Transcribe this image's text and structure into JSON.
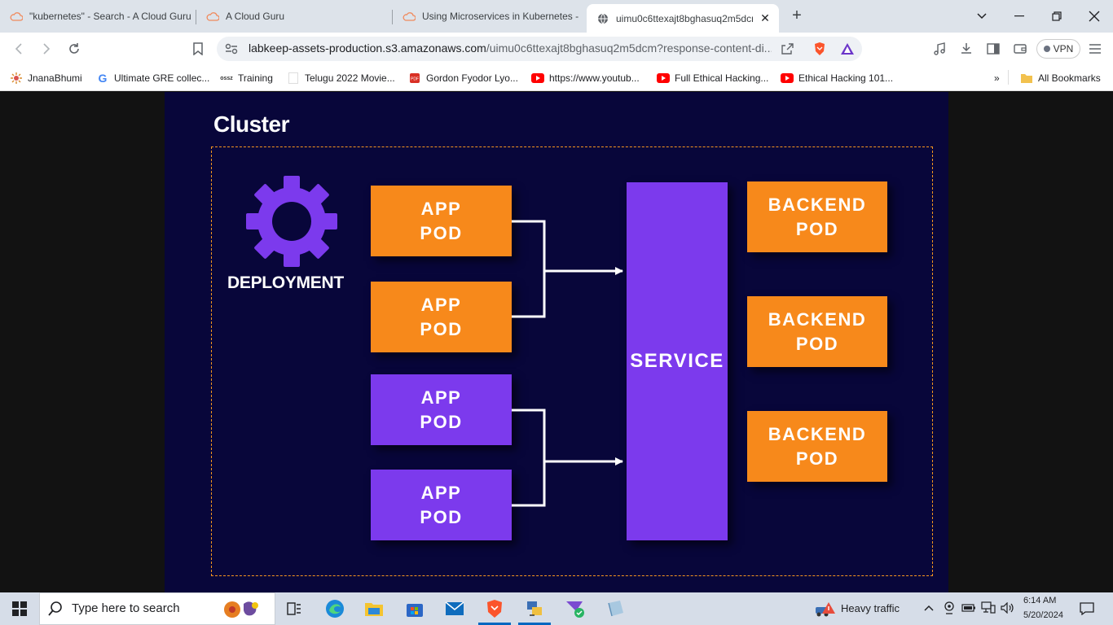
{
  "browser": {
    "tabs": [
      {
        "title": "\"kubernetes\" - Search - A Cloud Guru",
        "favicon": "cloud-icon",
        "active": false
      },
      {
        "title": "A Cloud Guru",
        "favicon": "cloud-icon",
        "active": false
      },
      {
        "title": "Using Microservices in Kubernetes -",
        "favicon": "cloud-icon",
        "active": false
      },
      {
        "title": "uimu0c6ttexajt8bghasuq2m5dcm",
        "favicon": "globe-icon",
        "active": true
      }
    ],
    "new_tab_label": "+",
    "url": {
      "host": "labkeep-assets-production.s3.amazonaws.com",
      "path": "/uimu0c6ttexajt8bghasuq2m5dcm?response-content-di..."
    },
    "vpn_label": "VPN",
    "bookmarks": [
      {
        "label": "JnanaBhumi",
        "icon": "jnanabhumi-icon"
      },
      {
        "label": "Ultimate GRE collec...",
        "icon": "google-icon"
      },
      {
        "label": "Training",
        "icon": "training-icon"
      },
      {
        "label": "Telugu 2022 Movie...",
        "icon": "page-icon"
      },
      {
        "label": "Gordon Fyodor Lyo...",
        "icon": "pdf-icon"
      },
      {
        "label": "https://www.youtub...",
        "icon": "youtube-icon"
      },
      {
        "label": "Full Ethical Hacking...",
        "icon": "youtube-icon"
      },
      {
        "label": "Ethical Hacking 101...",
        "icon": "youtube-icon"
      }
    ],
    "all_bookmarks_label": "All Bookmarks"
  },
  "diagram": {
    "title": "Cluster",
    "deployment_label": "DEPLOYMENT",
    "app_pods": [
      {
        "label": "APP\nPOD",
        "color": "#f7891b"
      },
      {
        "label": "APP\nPOD",
        "color": "#f7891b"
      },
      {
        "label": "APP\nPOD",
        "color": "#7c3aed"
      },
      {
        "label": "APP\nPOD",
        "color": "#7c3aed"
      }
    ],
    "service_label": "SERVICE",
    "backend_pods": [
      {
        "label": "BACKEND\nPOD"
      },
      {
        "label": "BACKEND\nPOD"
      },
      {
        "label": "BACKEND\nPOD"
      }
    ],
    "colors": {
      "background": "#08063a",
      "orange": "#f7891b",
      "purple": "#7c3aed",
      "dashed_border": "#f7961f"
    }
  },
  "taskbar": {
    "search_placeholder": "Type here to search",
    "weather": "Heavy traffic",
    "time": "6:14 AM",
    "date": "5/20/2024"
  }
}
